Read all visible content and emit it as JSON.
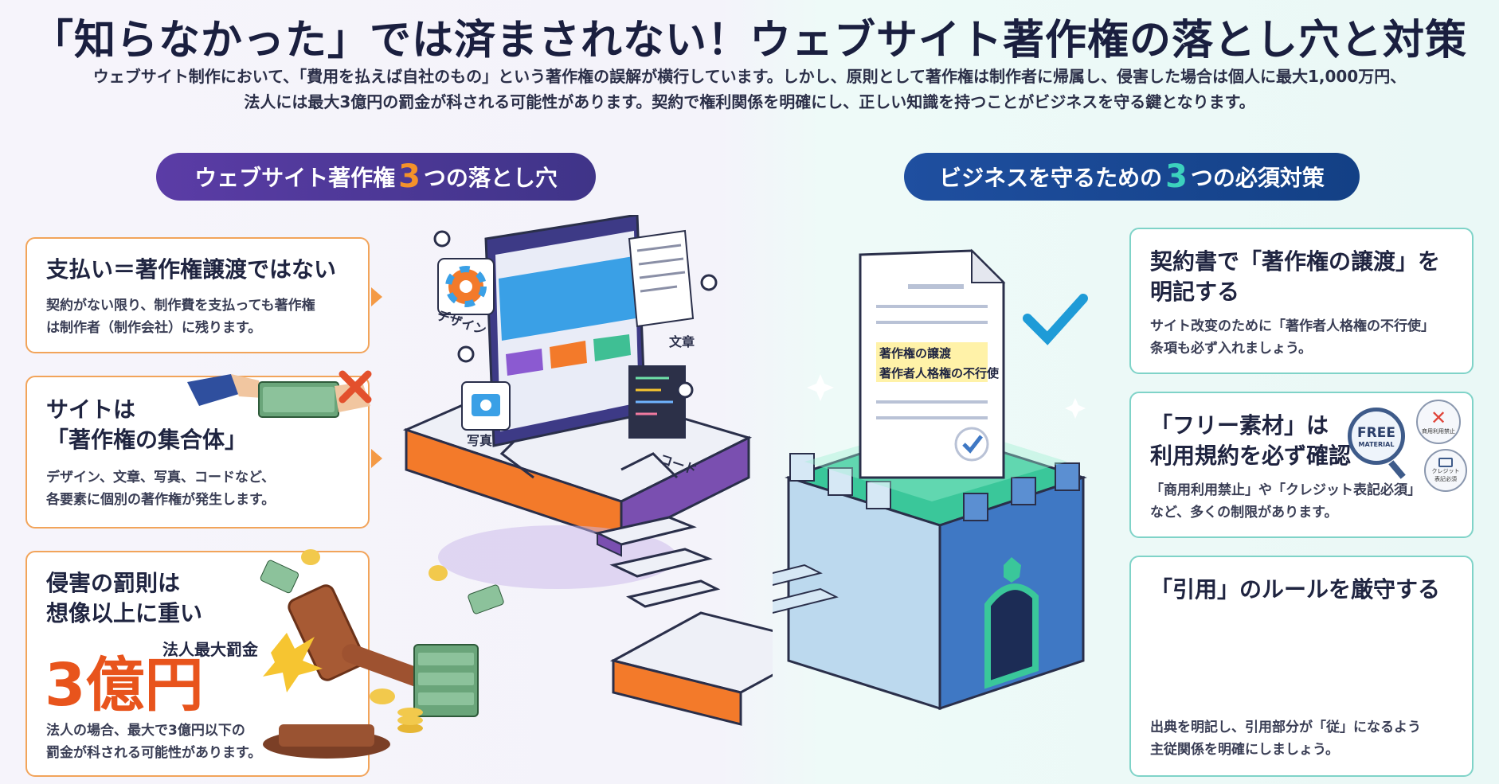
{
  "title": "「知らなかった」では済まされない！ウェブサイト著作権の落とし穴と対策",
  "intro": {
    "line1": "ウェブサイト制作において、「費用を払えば自社のもの」という著作権の誤解が横行しています。しかし、原則として著作権は制作者に帰属し、侵害した場合は個人に最大1,000万円、",
    "line2": "法人には最大3億円の罰金が科される可能性があります。契約で権利関係を明確にし、正しい知識を持つことがビジネスを守る鍵となります。"
  },
  "left_section": {
    "pill_prefix": "ウェブサイト著作権",
    "pill_num": "3",
    "pill_suffix": "つの落とし穴",
    "cards": [
      {
        "title": "支払い＝著作権譲渡ではない",
        "desc1": "契約がない限り、制作費を支払っても著作権",
        "desc2": "は制作者（制作会社）に残ります。"
      },
      {
        "title1": "サイトは",
        "title2": "「著作権の集合体」",
        "desc1": "デザイン、文章、写真、コードなど、",
        "desc2": "各要素に個別の著作権が発生します。"
      },
      {
        "title1": "侵害の罰則は",
        "title2": "想像以上に重い",
        "fine_label": "法人最大罰金",
        "fine_value": "3億円",
        "desc1": "法人の場合、最大で3億円以下の",
        "desc2": "罰金が科される可能性があります。"
      }
    ]
  },
  "right_section": {
    "pill_prefix": "ビジネスを守るための",
    "pill_num": "3",
    "pill_suffix": "つの必須対策",
    "cards": [
      {
        "title1": "契約書で「著作権の譲渡」を",
        "title2": "明記する",
        "desc1": "サイト改变のために「著作者人格権の不行使」",
        "desc2": "条項も必ず入れましょう。"
      },
      {
        "title1": "「フリー素材」は",
        "title2": "利用規約を必ず確認",
        "desc1": "「商用利用禁止」や「クレジット表記必須」",
        "desc2": "など、多くの制限があります。",
        "badge_free": "FREE",
        "badge_material": "MATERIAL",
        "badge_nocommercial": "商用利用禁止",
        "badge_credit1": "クレジット",
        "badge_credit2": "表記必須"
      },
      {
        "title": "「引用」のルールを厳守する",
        "desc1": "出典を明記し、引用部分が「従」になるよう",
        "desc2": "主従関係を明確にしましょう。"
      }
    ]
  },
  "illustration": {
    "label_design": "デザイン",
    "label_text": "文章",
    "label_photo": "写真",
    "label_code": "コード",
    "doc_line1": "著作権の譲渡",
    "doc_line2": "著作者人格権の不行使"
  },
  "colors": {
    "accent_orange": "#f4922a",
    "accent_teal": "#3cd1bd",
    "fine_red": "#e8541c",
    "pill_purple": "#4a37a0",
    "pill_blue": "#1a4a97"
  }
}
